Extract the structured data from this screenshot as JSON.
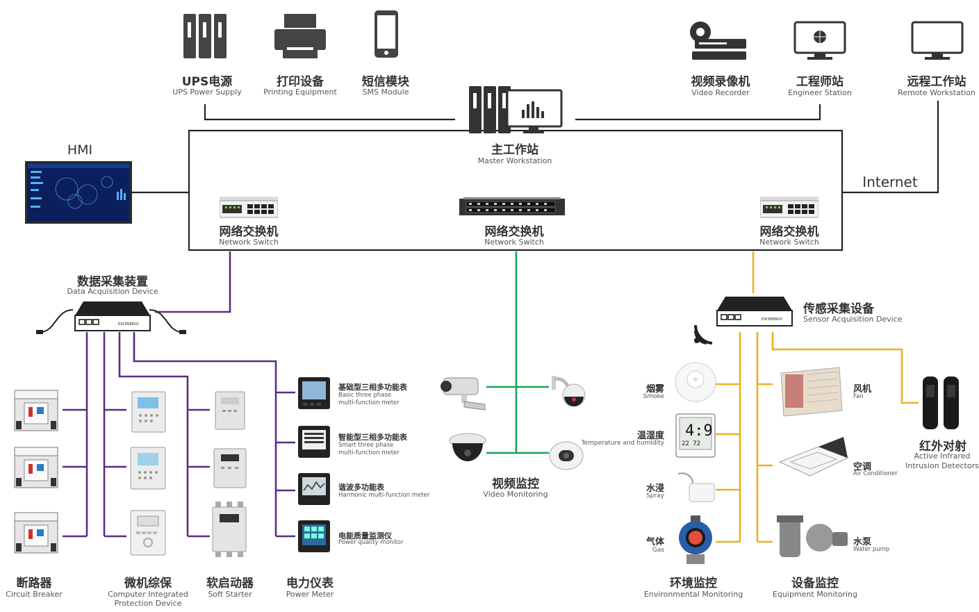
{
  "top_devices": [
    {
      "cn": "UPS电源",
      "en": "UPS Power Supply"
    },
    {
      "cn": "打印设备",
      "en": "Printing Equipment"
    },
    {
      "cn": "短信模块",
      "en": "SMS Module"
    },
    {
      "cn": "视频录像机",
      "en": "Video Recorder"
    },
    {
      "cn": "工程师站",
      "en": "Engineer Station"
    },
    {
      "cn": "远程工作站",
      "en": "Remote Workstation"
    }
  ],
  "master": {
    "cn": "主工作站",
    "en": "Master Workstation"
  },
  "hmi": "HMI",
  "internet": "Internet",
  "switches": [
    {
      "cn": "网络交换机",
      "en": "Network Switch"
    },
    {
      "cn": "网络交换机",
      "en": "Network Switch"
    },
    {
      "cn": "网络交换机",
      "en": "Network Switch"
    }
  ],
  "dac": {
    "cn": "数据采集装置",
    "en": "Data Acquisition Device",
    "brand": "EXCENERGY"
  },
  "sensor_acq": {
    "cn": "传感采集设备",
    "en": "Sensor Acquisition Device",
    "brand": "EXCENERGY"
  },
  "meters": [
    {
      "cn": "基础型三相多功能表",
      "en1": "Basic three phase",
      "en2": "multi-function meter"
    },
    {
      "cn": "智能型三相多功能表",
      "en1": "Smart three phase",
      "en2": "multi-function meter"
    },
    {
      "cn": "谐波多功能表",
      "en1": "Harmonic multi-function meter",
      "en2": ""
    },
    {
      "cn": "电能质量监测仪",
      "en1": "Power quality monitor",
      "en2": ""
    }
  ],
  "bottom_groups": [
    {
      "cn": "断路器",
      "en": "Circuit Breaker",
      "en2": ""
    },
    {
      "cn": "微机综保",
      "en": "Computer Integrated",
      "en2": "Protection Device"
    },
    {
      "cn": "软启动器",
      "en": "Soft Starter",
      "en2": ""
    },
    {
      "cn": "电力仪表",
      "en": "Power Meter",
      "en2": ""
    }
  ],
  "video": {
    "cn": "视频监控",
    "en": "Video Monitoring"
  },
  "env_items": [
    {
      "cn": "烟雾",
      "en": "Smoke"
    },
    {
      "cn": "温湿度",
      "en": "Temperature and humidity"
    },
    {
      "cn": "水浸",
      "en": "Spray"
    },
    {
      "cn": "气体",
      "en": "Gas"
    }
  ],
  "equip_items": [
    {
      "cn": "风机",
      "en": "Fan"
    },
    {
      "cn": "空调",
      "en": "Air Conditioner"
    },
    {
      "cn": "水泵",
      "en": "Water pump"
    }
  ],
  "infrared": {
    "cn": "红外对射",
    "en1": "Active Infrared",
    "en2": "Intrusion Detectors"
  },
  "env_group": {
    "cn": "环境监控",
    "en": "Environmental Monitoring"
  },
  "equip_group": {
    "cn": "设备监控",
    "en": "Equipment Monitoring"
  },
  "colors": {
    "black_line": "#222222",
    "purple_line": "#5a2d82",
    "green_line": "#19a05a",
    "yellow_line": "#e6b422"
  }
}
